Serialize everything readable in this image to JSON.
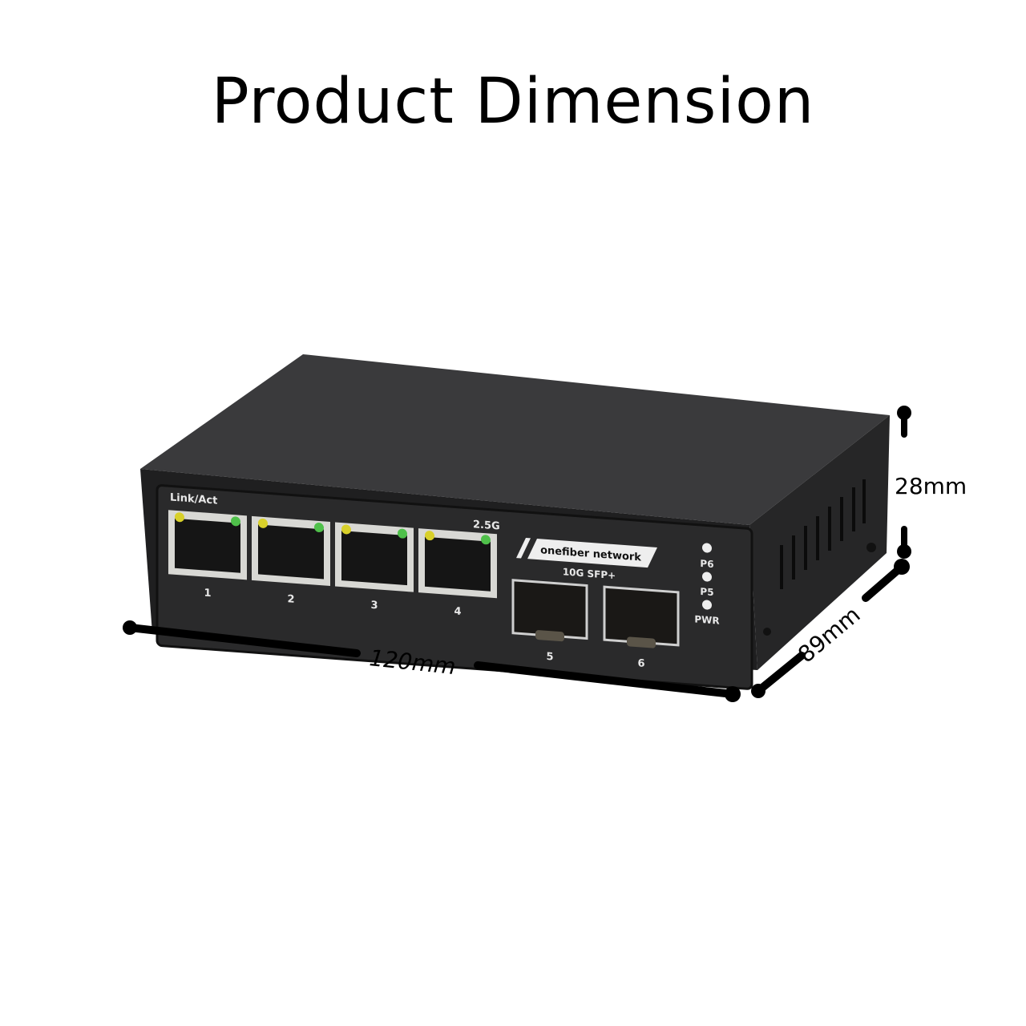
{
  "title": "Product Dimension",
  "dimensions": {
    "width": "120mm",
    "height": "28mm",
    "depth": "89mm"
  },
  "device": {
    "brand": "onefiber network",
    "link_act_label": "Link/Act",
    "speed_label": "2.5G",
    "sfp_label": "10G SFP+",
    "rj45_ports": [
      "1",
      "2",
      "3",
      "4"
    ],
    "sfp_ports": [
      "5",
      "6"
    ],
    "leds": [
      "P6",
      "P5",
      "PWR"
    ],
    "colors": {
      "body": "#2b2b2b",
      "led_yellow": "#d8d02a",
      "led_green": "#4fc04a"
    }
  }
}
